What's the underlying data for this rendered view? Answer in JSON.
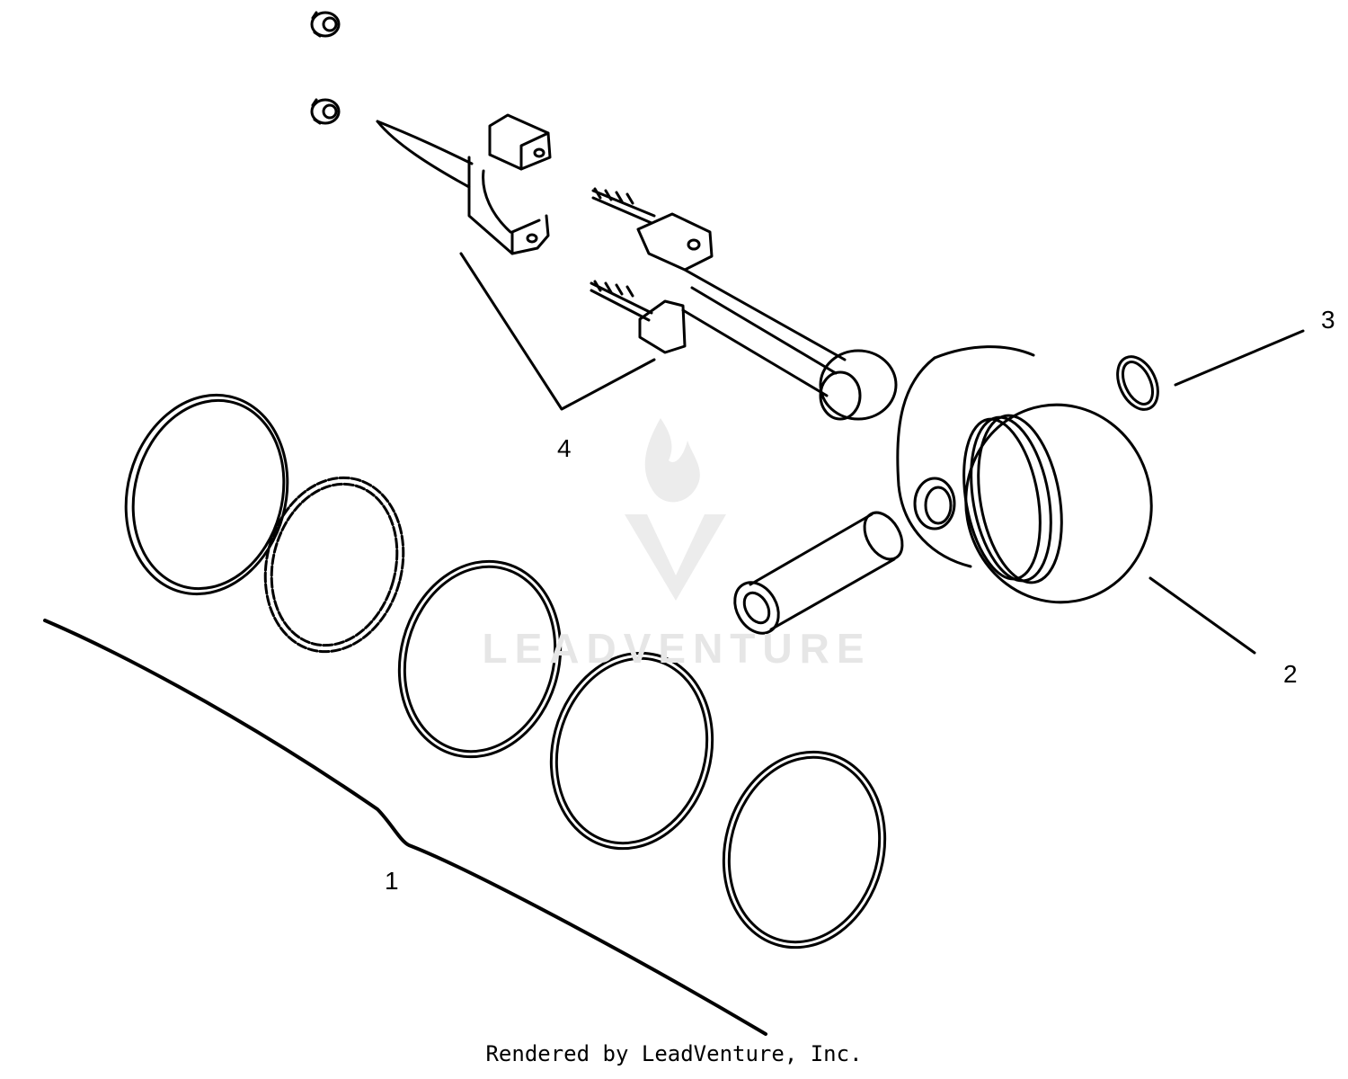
{
  "diagram": {
    "callouts": [
      {
        "id": "1",
        "label": "1"
      },
      {
        "id": "2",
        "label": "2"
      },
      {
        "id": "3",
        "label": "3"
      },
      {
        "id": "4",
        "label": "4"
      }
    ],
    "watermark": "LEADVENTURE",
    "footer": "Rendered by LeadVenture, Inc."
  }
}
